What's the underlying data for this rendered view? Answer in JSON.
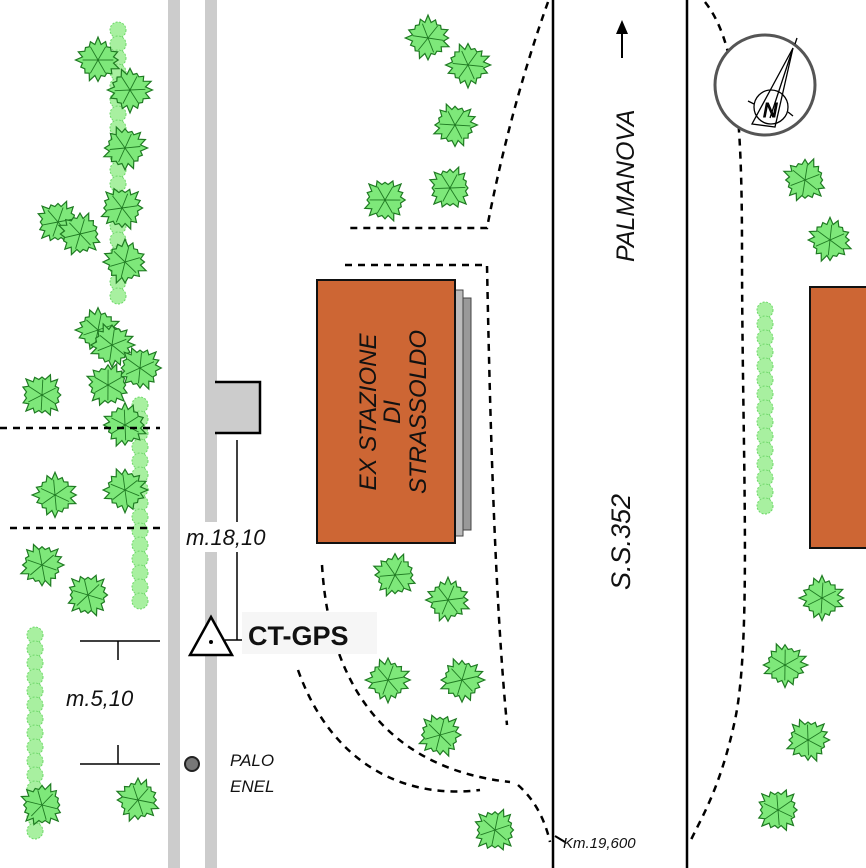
{
  "labels": {
    "building_line1": "EX STAZIONE",
    "building_line2": "DI",
    "building_line3": "STRASSOLDO",
    "direction": "PALMANOVA",
    "road": "S.S.352",
    "km_marker": "Km.19,600",
    "station": "CT-GPS",
    "distance_station": "m.18,10",
    "distance_pole": "m.5,10",
    "pole_line1": "PALO",
    "pole_line2": "ENEL",
    "compass_letter": "N"
  },
  "colors": {
    "building": "#cd6634",
    "tree_fill": "#7ee87a",
    "tree_stroke": "#1f7a22",
    "hedge": "#a8f0a0",
    "rail": "#cccccc",
    "pole": "#777777"
  },
  "icons": {
    "station": "triangle-benchmark-icon",
    "compass": "north-arrow-icon",
    "pole": "utility-pole-icon",
    "tree": "tree-icon"
  }
}
